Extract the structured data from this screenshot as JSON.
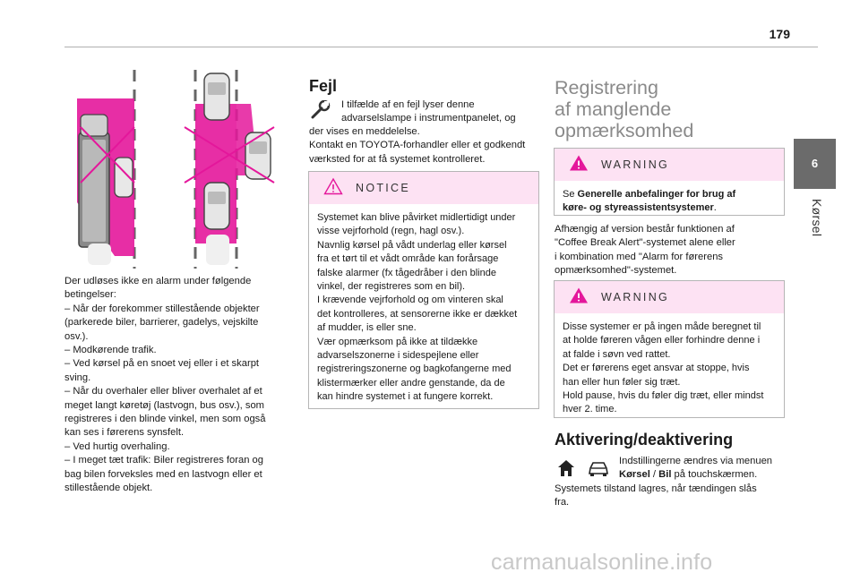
{
  "page_number": "179",
  "chapter": {
    "number": "6",
    "title": "Kørsel"
  },
  "watermark": "carmanualsonline.info",
  "col1": {
    "lines": [
      "Der udløses ikke en alarm under følgende",
      "betingelser:",
      "–  Når der forekommer stillestående objekter",
      "(parkerede biler, barrierer, gadelys, vejskilte",
      "osv.).",
      "–  Modkørende trafik.",
      "–  Ved kørsel på en snoet vej eller i et skarpt",
      "sving.",
      "–  Når du overhaler eller bliver overhalet af et",
      "meget langt køretøj (lastvogn, bus osv.), som",
      "registreres i den blinde vinkel, men som også",
      "kan ses i førerens synsfelt.",
      "–  Ved hurtig overhaling.",
      "–  I meget tæt trafik: Biler registreres foran og",
      "bag bilen forveksles med en lastvogn eller et",
      "stillestående objekt."
    ]
  },
  "col2": {
    "heading": "Fejl",
    "intro_lines": [
      "I tilfælde af en fejl lyser denne",
      "advarselslampe i instrumentpanelet, og"
    ],
    "body_lines": [
      "der vises en meddelelse.",
      "Kontakt en TOYOTA-forhandler eller et godkendt",
      "værksted for at få systemet kontrolleret."
    ],
    "notice": {
      "label": "NOTICE",
      "lines": [
        "Systemet kan blive påvirket midlertidigt under",
        "visse vejrforhold (regn, hagl osv.).",
        "Navnlig kørsel på vådt underlag eller kørsel",
        "fra et tørt til et vådt område kan forårsage",
        "falske alarmer (fx tågedråber i den blinde",
        "vinkel, der registreres som en bil).",
        "I krævende vejrforhold og om vinteren skal",
        "det kontrolleres, at sensorerne ikke er dækket",
        "af mudder, is eller sne.",
        "Vær opmærksom på ikke at tildække",
        "advarselszonerne i sidespejlene eller",
        "registreringszonerne og bagkofangerne med",
        "klistermærker eller andre genstande, da de",
        "kan hindre systemet i at fungere korrekt."
      ]
    }
  },
  "col3": {
    "heading_lines": [
      "Registrering",
      "af manglende",
      "opmærksomhed"
    ],
    "warning1": {
      "label": "WARNING",
      "pre": "Se ",
      "bold_line1": "Generelle anbefalinger for brug af",
      "bold_line2": "køre- og styreassistentsystemer",
      "post": "."
    },
    "para_lines": [
      "Afhængig af version består funktionen af",
      "\"Coffee Break Alert\"-systemet alene eller",
      "i kombination med \"Alarm for førerens",
      "opmærksomhed\"-systemet."
    ],
    "warning2": {
      "label": "WARNING",
      "lines": [
        "Disse systemer er på ingen måde beregnet til",
        "at holde føreren vågen eller forhindre denne i",
        "at falde i søvn ved rattet.",
        "Det er førerens eget ansvar at stoppe, hvis",
        "han eller hun føler sig træt.",
        "Hold pause, hvis du føler dig træt, eller mindst",
        "hver 2. time."
      ]
    },
    "heading2": "Aktivering/deaktivering",
    "act_line1": "Indstillingerne ændres via menuen",
    "act_bold1": "Kørsel",
    "act_sep": " / ",
    "act_bold2": "Bil",
    "act_rest": " på touchskærmen.",
    "act_lines": [
      "Systemets tilstand lagres, når tændingen slås",
      "fra."
    ]
  }
}
